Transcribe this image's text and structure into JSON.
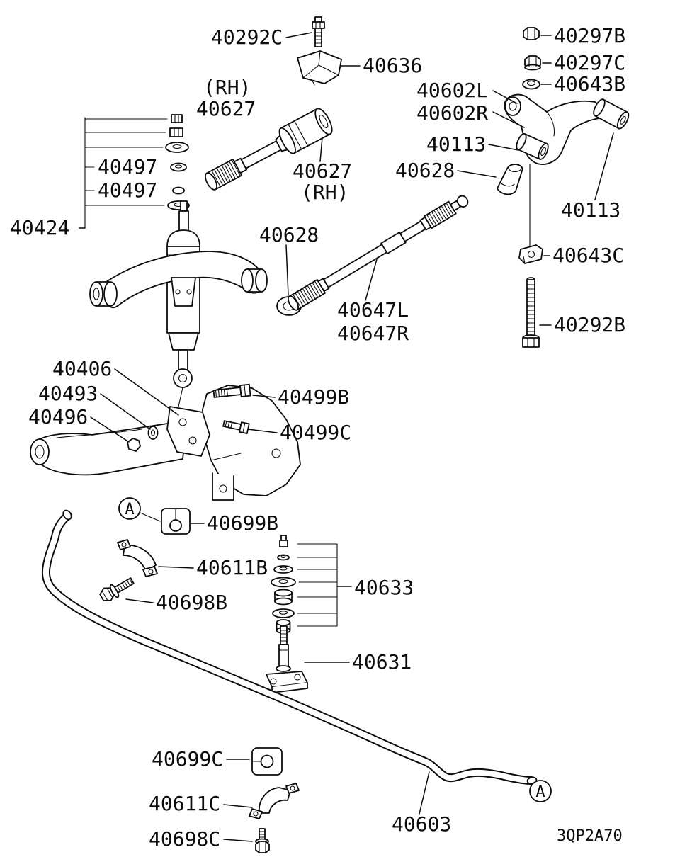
{
  "diagram": {
    "code": "3QP2A70",
    "marker": "A",
    "labels": {
      "p40292C": "40292C",
      "p40636": "40636",
      "p40297B": "40297B",
      "p40297C": "40297C",
      "p40643B": "40643B",
      "p40602L": "40602L",
      "p40602R": "40602R",
      "p40113_1": "40113",
      "p40113_2": "40113",
      "p40627_1_side": "(RH)",
      "p40627_1": "40627",
      "p40627_2": "40627",
      "p40627_2_side": "(RH)",
      "p40628_1": "40628",
      "p40628_2": "40628",
      "p40497_1": "40497",
      "p40497_2": "40497",
      "p40424": "40424",
      "p40647L": "40647L",
      "p40647R": "40647R",
      "p40643C": "40643C",
      "p40292B": "40292B",
      "p40406": "40406",
      "p40493": "40493",
      "p40496": "40496",
      "p40499B": "40499B",
      "p40499C": "40499C",
      "p40699B": "40699B",
      "p40611B": "40611B",
      "p40698B": "40698B",
      "p40633": "40633",
      "p40631": "40631",
      "p40699C": "40699C",
      "p40611C": "40611C",
      "p40698C": "40698C",
      "p40603": "40603"
    }
  }
}
